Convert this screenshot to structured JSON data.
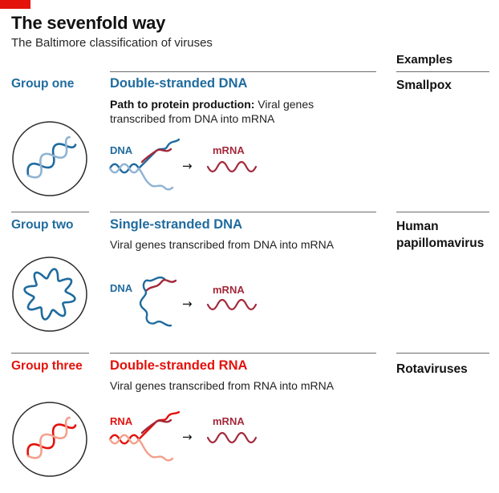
{
  "header": {
    "title": "The sevenfold way",
    "subtitle": "The Baltimore classification of viruses",
    "examples_heading": "Examples"
  },
  "colors": {
    "blue": "#1f6b9e",
    "light_blue": "#8fb3d3",
    "red": "#e3120b",
    "light_red": "#f4a08c",
    "maroon": "#a3293b",
    "rule": "#6b6b6b"
  },
  "groups": [
    {
      "label": "Group one",
      "type": "Double-stranded DNA",
      "desc_bold": "Path to protein production:",
      "desc": " Viral genes transcribed from DNA into mRNA",
      "example": "Smallpox",
      "source_label": "DNA",
      "target_label": "mRNA",
      "arrow": "→"
    },
    {
      "label": "Group two",
      "type": "Single-stranded DNA",
      "desc": "Viral genes transcribed from DNA into mRNA",
      "example_line1": "Human",
      "example_line2": "papillomavirus",
      "source_label": "DNA",
      "target_label": "mRNA",
      "arrow": "→"
    },
    {
      "label": "Group three",
      "type": "Double-stranded RNA",
      "desc": "Viral genes transcribed from RNA into mRNA",
      "example": "Rotaviruses",
      "source_label": "RNA",
      "target_label": "mRNA",
      "arrow": "→"
    }
  ]
}
